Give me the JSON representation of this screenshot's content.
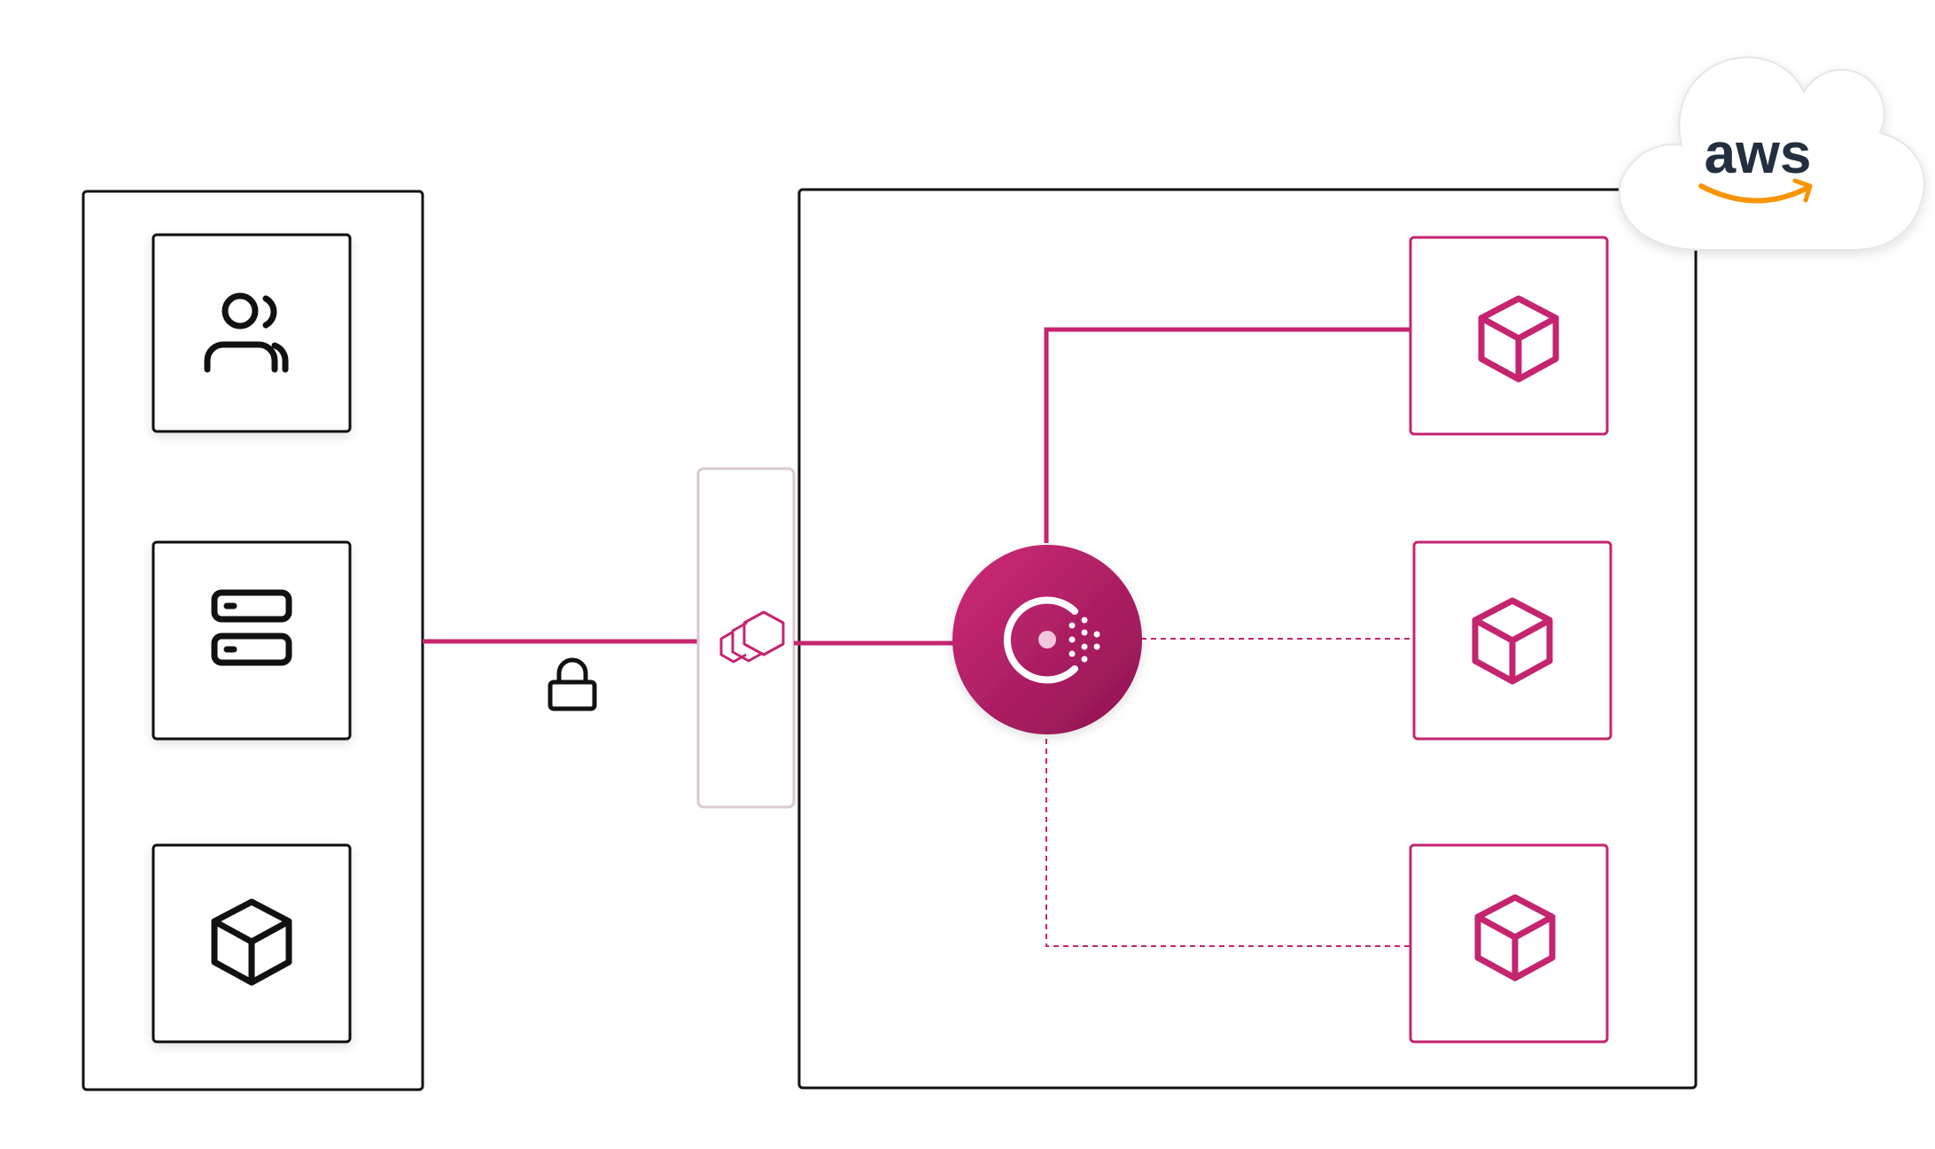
{
  "cloud": {
    "label": "aws",
    "icon": "aws-logo-icon"
  },
  "colors": {
    "accent": "#c5246f",
    "dark": "#111111",
    "proxy_border": "#d9c9d4"
  },
  "left_panel": {
    "items": [
      {
        "icon": "users-icon"
      },
      {
        "icon": "server-icon"
      },
      {
        "icon": "cube-icon"
      }
    ]
  },
  "connection": {
    "icon": "lock-icon",
    "secure": true
  },
  "proxy": {
    "icon": "envoy-proxy-icon"
  },
  "hub": {
    "icon": "consul-logo-icon"
  },
  "right_panel": {
    "services": [
      {
        "icon": "cube-icon",
        "link": "solid"
      },
      {
        "icon": "cube-icon",
        "link": "dashed"
      },
      {
        "icon": "cube-icon",
        "link": "dashed"
      }
    ]
  }
}
